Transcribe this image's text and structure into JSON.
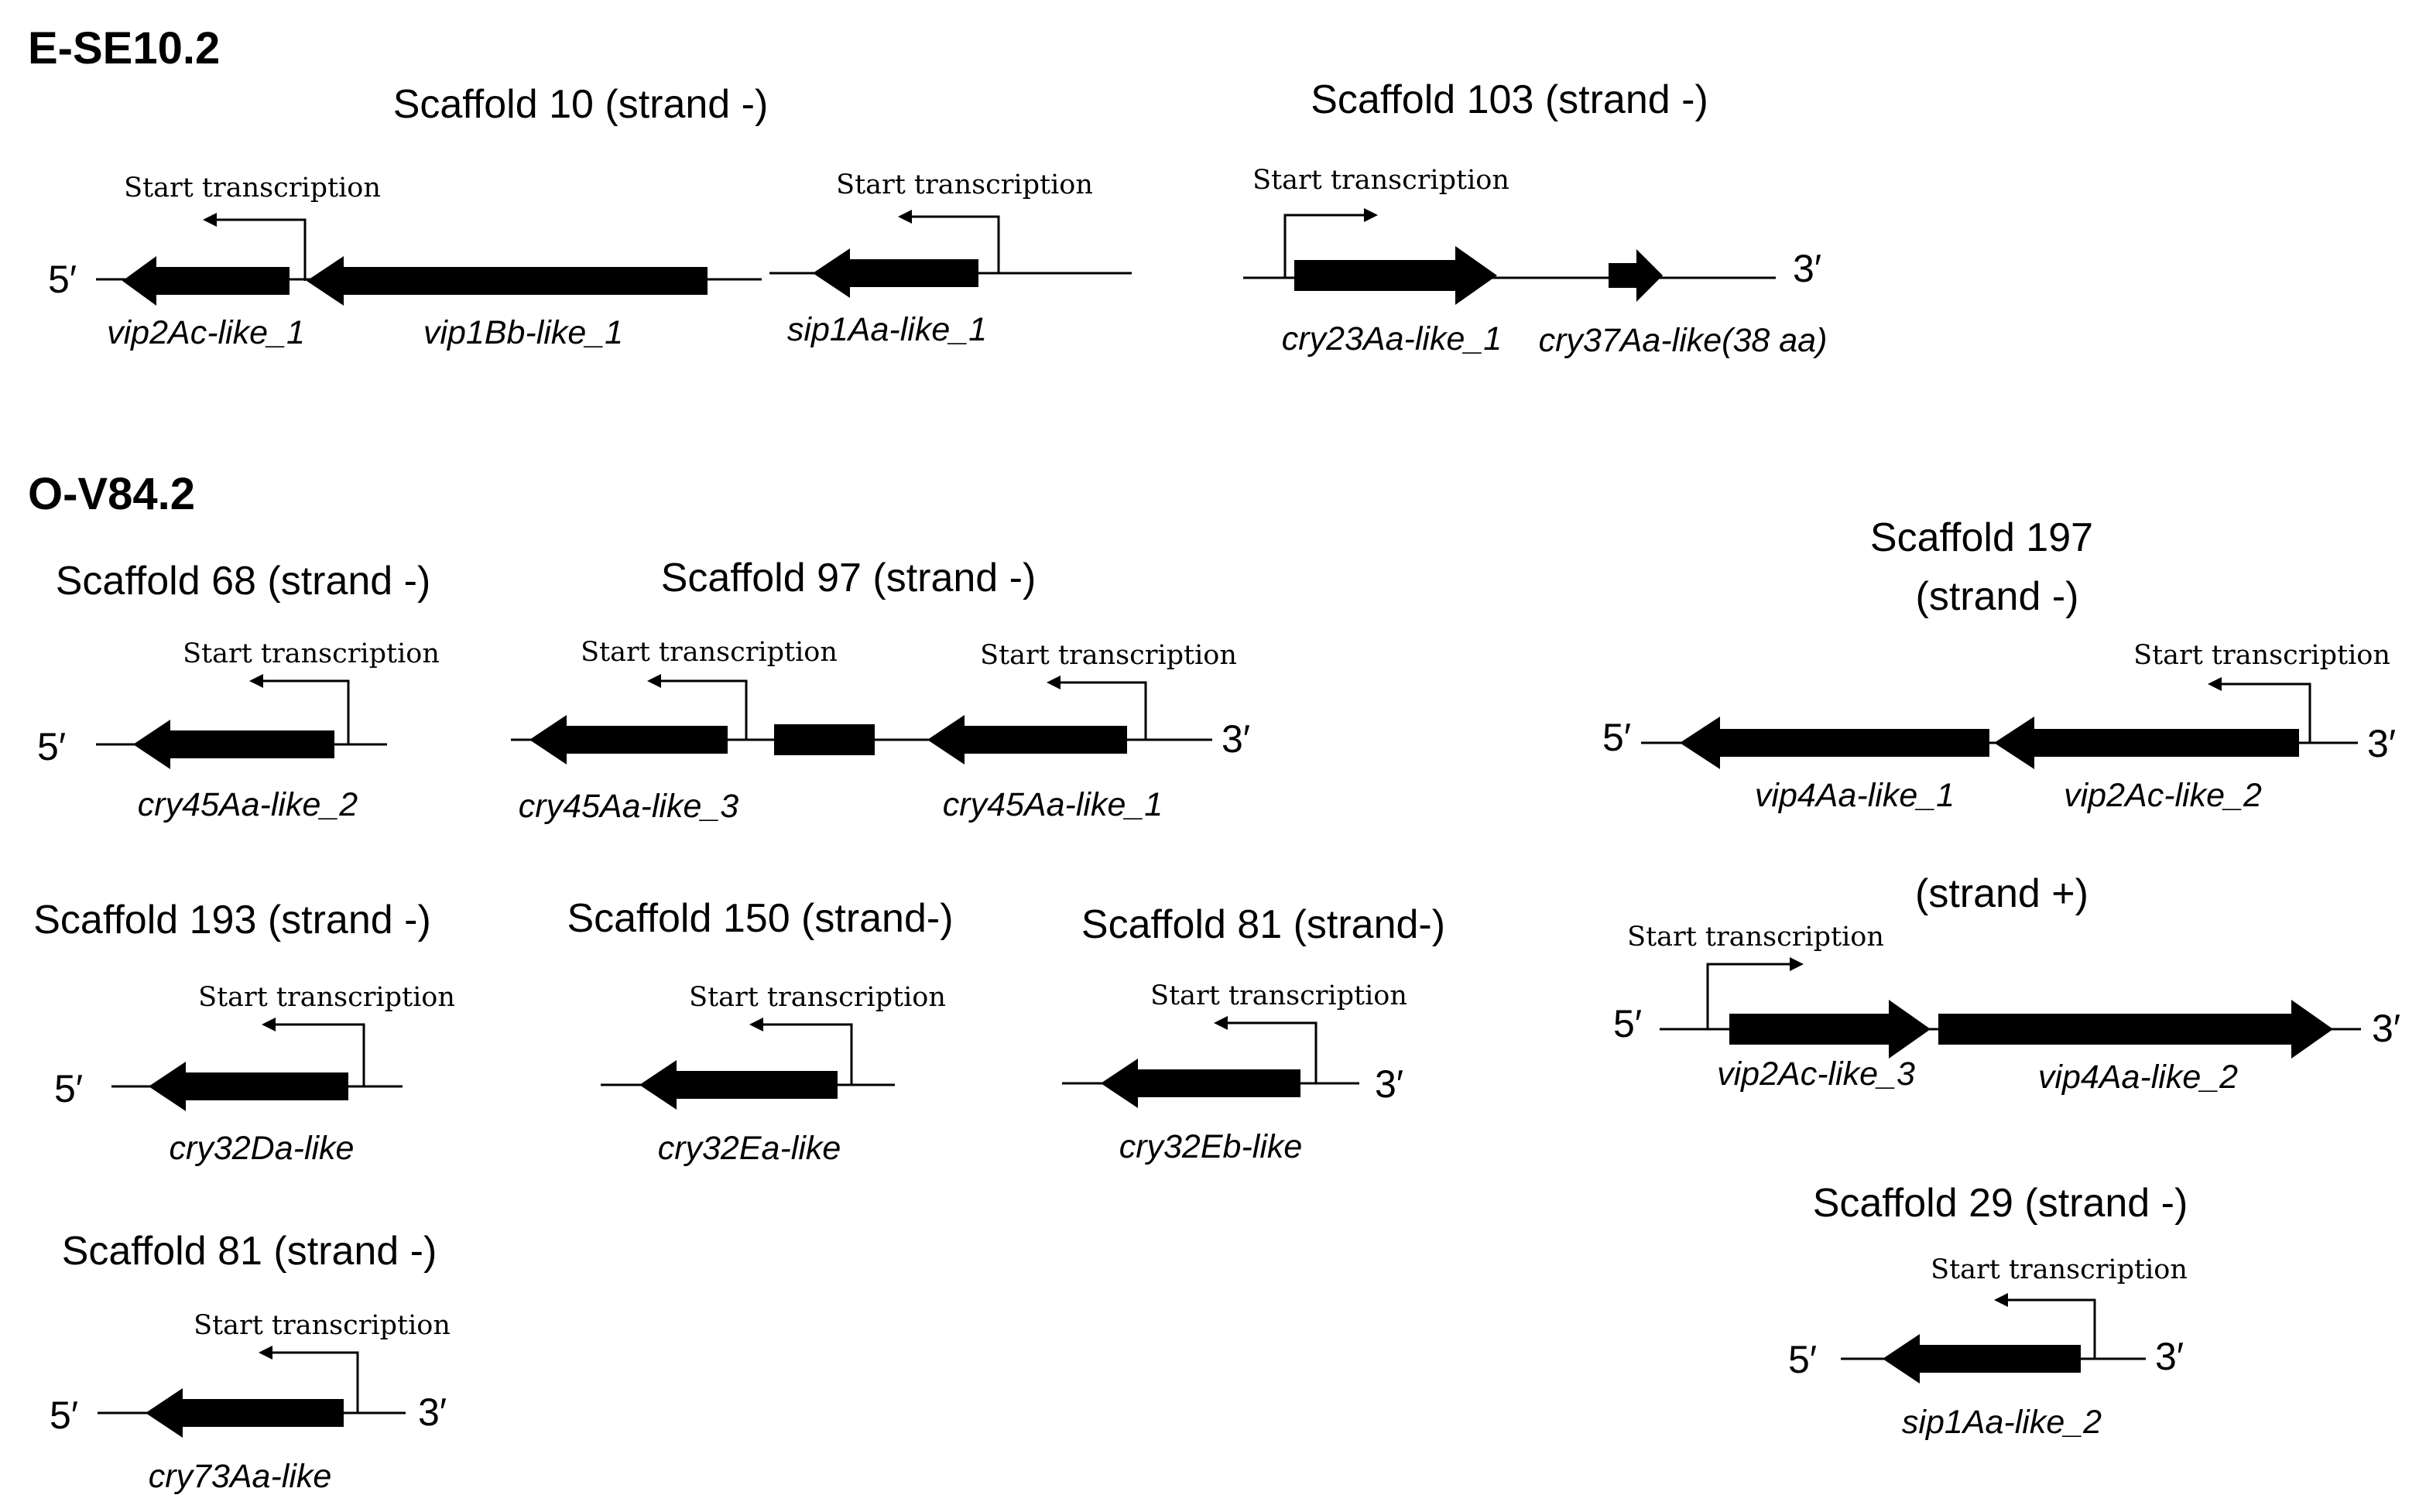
{
  "start_label": "Start transcription",
  "five_prime": "5′",
  "three_prime": "3′",
  "sections": {
    "ese": "E-SE10.2",
    "ov": "O-V84.2"
  },
  "scaffolds": {
    "ese_s10": "Scaffold 10 (strand -)",
    "ese_s103": "Scaffold 103 (strand -)",
    "ov_s68": "Scaffold 68 (strand -)",
    "ov_s97": "Scaffold 97 (strand -)",
    "ov_s197_a": "Scaffold 197",
    "ov_s197_b": "(strand -)",
    "ov_s197_plus": "(strand +)",
    "ov_s193": "Scaffold 193 (strand -)",
    "ov_s150": "Scaffold 150 (strand-)",
    "ov_s81b": "Scaffold 81 (strand-)",
    "ov_s81": "Scaffold 81 (strand -)",
    "ov_s29": "Scaffold 29 (strand -)"
  },
  "genes": {
    "vip2Ac_1": "vip2Ac-like_1",
    "vip1Bb_1": "vip1Bb-like_1",
    "sip1Aa_1": "sip1Aa-like_1",
    "cry23Aa_1": "cry23Aa-like_1",
    "cry37Aa": "cry37Aa-like(38 aa)",
    "cry45Aa_2": "cry45Aa-like_2",
    "cry45Aa_3": "cry45Aa-like_3",
    "cry45Aa_1": "cry45Aa-like_1",
    "vip4Aa_1": "vip4Aa-like_1",
    "vip2Ac_2": "vip2Ac-like_2",
    "vip2Ac_3": "vip2Ac-like_3",
    "vip4Aa_2": "vip4Aa-like_2",
    "cry32Da": "cry32Da-like",
    "cry32Ea": "cry32Ea-like",
    "cry32Eb": "cry32Eb-like",
    "cry73Aa": "cry73Aa-like",
    "sip1Aa_2": "sip1Aa-like_2"
  }
}
